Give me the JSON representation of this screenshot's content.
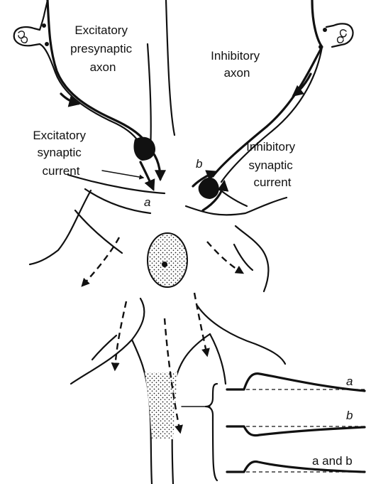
{
  "labels": {
    "excitatory_axon": [
      "Excitatory",
      "presynaptic",
      "axon"
    ],
    "inhibitory_axon": [
      "Inhibitory",
      "axon"
    ],
    "excitatory_current": [
      "Excitatory",
      "synaptic",
      "current"
    ],
    "inhibitory_current": [
      "Inhibitory",
      "synaptic",
      "current"
    ],
    "point_a": "a",
    "point_b": "b"
  },
  "traces": [
    {
      "label": "a",
      "shape": "depolarizing"
    },
    {
      "label": "b",
      "shape": "hyperpolarizing"
    },
    {
      "label": "a and b",
      "shape": "summed"
    }
  ]
}
